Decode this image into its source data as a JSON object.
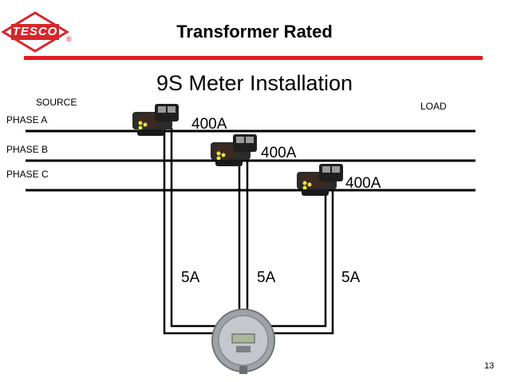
{
  "logo": {
    "text": "TESCO",
    "mark": "®"
  },
  "header": {
    "title": "Transformer Rated"
  },
  "subtitle": "9S Meter Installation",
  "labels": {
    "source": "SOURCE",
    "load": "LOAD",
    "phase_a": "PHASE A",
    "phase_b": "PHASE B",
    "phase_c": "PHASE C"
  },
  "ct_ratings": {
    "a": "400A",
    "b": "400A",
    "c": "400A"
  },
  "secondary_ratings": {
    "a": "5A",
    "b": "5A",
    "c": "5A"
  },
  "page_number": "13",
  "colors": {
    "accent_red": "#e31b23",
    "logo_red": "#d7262b"
  }
}
